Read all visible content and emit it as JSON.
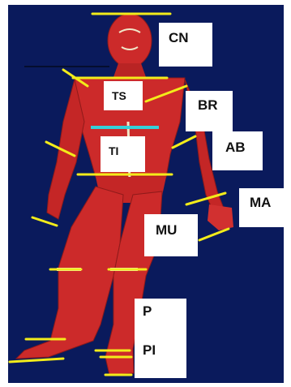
{
  "labels": {
    "cn": "CN",
    "ts": "TS",
    "br": "BR",
    "ab": "AB",
    "ti": "TI",
    "ma": "MA",
    "mu": "MU",
    "p": "P",
    "pi": "PI"
  },
  "colors": {
    "background": "#0a1a5c",
    "muscle": "#cc2a2a",
    "muscle_dark": "#8f1a1a",
    "tendon": "#f0e6c8",
    "marker_line": "#f3ec1a",
    "accent_line": "#35d0d8",
    "label_box": "#ffffff"
  }
}
